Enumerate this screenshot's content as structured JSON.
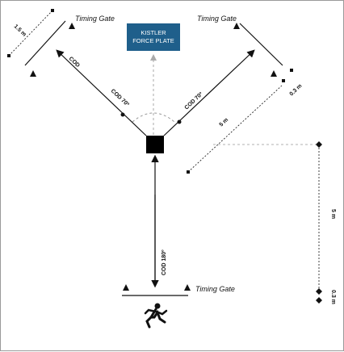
{
  "timing_gate_left": "Timing Gate",
  "timing_gate_right": "Timing Gate",
  "timing_gate_bottom": "Timing Gate",
  "force_plate": {
    "line1": "KISTLER",
    "line2": "FORCE PLATE",
    "color": "#1f5f8b"
  },
  "labels": {
    "cod": "COD",
    "cod70_left": "COD 70º",
    "cod70_right": "COD 70º",
    "cod180": "COD 180º",
    "d_1_5m": "1.5 m",
    "d_0_3m_top": "0.3 m",
    "d_5m_diag": "5 m",
    "d_5m_vert": "5 m",
    "d_0_3m_bottom": "0.3 m"
  },
  "icons": {
    "runner": "runner-icon"
  }
}
